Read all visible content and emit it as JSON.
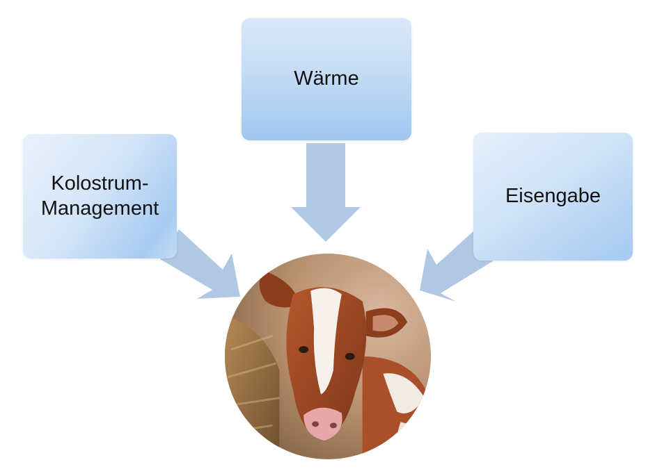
{
  "diagram": {
    "top_box": {
      "label": "Wärme"
    },
    "left_box": {
      "line1": "Kolostrum-",
      "line2": "Management"
    },
    "right_box": {
      "label": "Eisengabe"
    },
    "center_image": {
      "subject": "calf-photo"
    }
  },
  "colors": {
    "box_blue_light": "#d9e8f8",
    "box_blue_dark": "#9ec6f0",
    "arrow": "#b0c8e3",
    "text": "#111111"
  }
}
